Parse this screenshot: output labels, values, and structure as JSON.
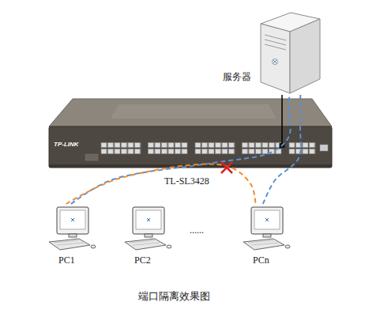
{
  "diagram": {
    "caption": "端口隔离效果图",
    "nodes": [
      {
        "text": [
          "服务器"
        ]
      },
      {
        "text": [
          "TP-LINK",
          "TL-SL3428"
        ]
      },
      {
        "text": [
          "PC1"
        ]
      },
      {
        "text": [
          "PC2"
        ]
      },
      {
        "text": [
          "PCn"
        ]
      }
    ],
    "edges": [
      {
        "from": 0,
        "to": 1,
        "arrow": "none"
      },
      {
        "from": 2,
        "to": 0,
        "arrow": "none"
      },
      {
        "from": 4,
        "to": 0,
        "arrow": "none"
      },
      {
        "from": 2,
        "to": 4,
        "arrow": "none"
      }
    ],
    "labels": [
      "......"
    ]
  }
}
